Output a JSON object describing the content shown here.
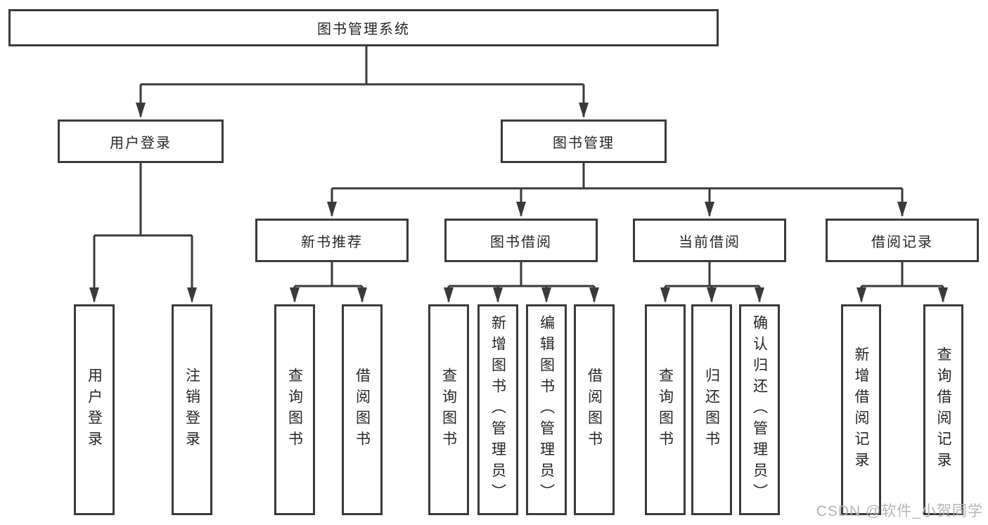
{
  "diagram_type": "hierarchy-tree",
  "tree": {
    "root": {
      "label": "图书管理系统"
    },
    "branches": [
      {
        "label": "用户登录",
        "leaves": [
          {
            "label": "用户登录"
          },
          {
            "label": "注销登录"
          }
        ]
      },
      {
        "label": "图书管理",
        "groups": [
          {
            "label": "新书推荐",
            "leaves": [
              {
                "label": "查询图书"
              },
              {
                "label": "借阅图书"
              }
            ]
          },
          {
            "label": "图书借阅",
            "leaves": [
              {
                "label": "查询图书"
              },
              {
                "label": "新增图书（管理员）"
              },
              {
                "label": "编辑图书（管理员）"
              },
              {
                "label": "借阅图书"
              }
            ]
          },
          {
            "label": "当前借阅",
            "leaves": [
              {
                "label": "查询图书"
              },
              {
                "label": "归还图书"
              },
              {
                "label": "确认归还（管理员）"
              }
            ]
          },
          {
            "label": "借阅记录",
            "leaves": [
              {
                "label": "新增借阅记录"
              },
              {
                "label": "查询借阅记录"
              }
            ]
          }
        ]
      }
    ]
  },
  "watermark": {
    "text": "CSDN @软件_小贺同学"
  },
  "colors": {
    "line": "#3a3a3a",
    "text": "#262626",
    "watermark": "#b5b5b5",
    "background": "#ffffff"
  }
}
